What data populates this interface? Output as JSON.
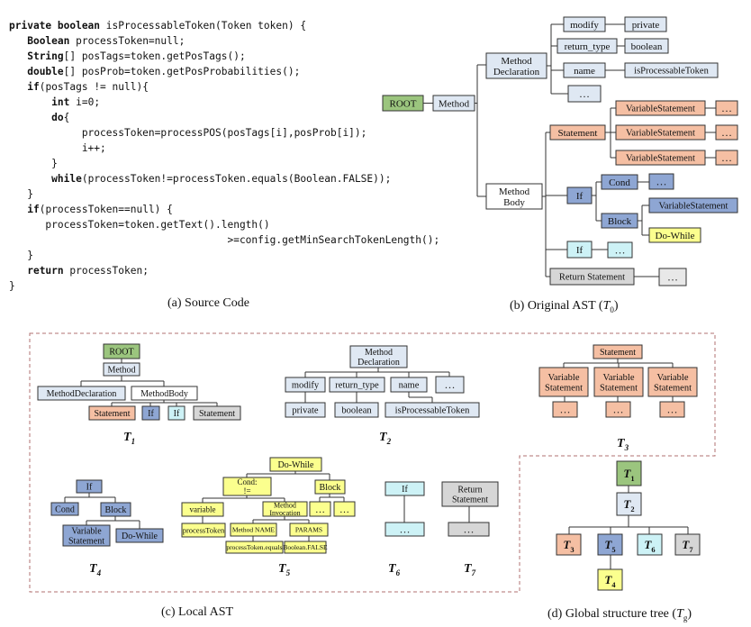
{
  "code": {
    "lines": [
      [
        {
          "t": "private boolean ",
          "b": true
        },
        {
          "t": "isProcessableToken(Token token) {"
        }
      ],
      [
        {
          "t": "   "
        },
        {
          "t": "Boolean",
          "b": true
        },
        {
          "t": " processToken=null;"
        }
      ],
      [
        {
          "t": "   "
        },
        {
          "t": "String",
          "b": true
        },
        {
          "t": "[] posTags=token.getPosTags();"
        }
      ],
      [
        {
          "t": "   "
        },
        {
          "t": "double",
          "b": true
        },
        {
          "t": "[] posProb=token.getPosProbabilities();"
        }
      ],
      [
        {
          "t": "   "
        },
        {
          "t": "if",
          "b": true
        },
        {
          "t": "(posTags != null){"
        }
      ],
      [
        {
          "t": "       "
        },
        {
          "t": "int",
          "b": true
        },
        {
          "t": " i=0;"
        }
      ],
      [
        {
          "t": "       "
        },
        {
          "t": "do",
          "b": true
        },
        {
          "t": "{"
        }
      ],
      [
        {
          "t": "            processToken=processPOS(posTags[i],posProb[i]);"
        }
      ],
      [
        {
          "t": "            i++;"
        }
      ],
      [
        {
          "t": "       }"
        }
      ],
      [
        {
          "t": "       "
        },
        {
          "t": "while",
          "b": true
        },
        {
          "t": "(processToken!=processToken.equals(Boolean.FALSE));"
        }
      ],
      [
        {
          "t": "   }"
        }
      ],
      [
        {
          "t": "   "
        },
        {
          "t": "if",
          "b": true
        },
        {
          "t": "(processToken==null) {"
        }
      ],
      [
        {
          "t": "      processToken=token.getText().length()"
        }
      ],
      [
        {
          "t": "                                    >=config.getMinSearchTokenLength();"
        }
      ],
      [
        {
          "t": "   }"
        }
      ],
      [
        {
          "t": "   "
        },
        {
          "t": "return",
          "b": true
        },
        {
          "t": " processToken;"
        }
      ],
      [
        {
          "t": "}"
        }
      ]
    ]
  },
  "captions": {
    "a": "(a)  Source Code",
    "b_pre": "(b)  Original AST (",
    "b_it": "T",
    "b_sub": "0",
    "b_post": ")",
    "c": "(c)  Local AST",
    "d_pre": "(d)   Global structure tree (",
    "d_it": "T",
    "d_sub": "g",
    "d_post": ")"
  },
  "tree_labels": [
    {
      "id": "t1",
      "t": "T",
      "s": "1"
    },
    {
      "id": "t2",
      "t": "T",
      "s": "2"
    },
    {
      "id": "t3",
      "t": "T",
      "s": "3"
    },
    {
      "id": "t4",
      "t": "T",
      "s": "4"
    },
    {
      "id": "t5",
      "t": "T",
      "s": "5"
    },
    {
      "id": "t6",
      "t": "T",
      "s": "6"
    },
    {
      "id": "t7",
      "t": "T",
      "s": "7"
    }
  ],
  "colors": {
    "green": "#9bc57e",
    "ltblue": "#dfe8f3",
    "orange": "#f5bfa3",
    "blue": "#8ea6d3",
    "cyan": "#cdf2f6",
    "yellow": "#fbff8e",
    "gray": "#d6d6d6",
    "ltgray": "#e8e8e8",
    "stroke": "#333333",
    "dash": "#b07070"
  },
  "diagram": {
    "nodes": [
      {
        "id": "b-root",
        "l": [
          "ROOT"
        ],
        "c": "green"
      },
      {
        "id": "b-method",
        "l": [
          "Method"
        ],
        "c": "ltblue"
      },
      {
        "id": "b-methoddecl",
        "l": [
          "Method",
          "Declaration"
        ],
        "c": "ltblue"
      },
      {
        "id": "b-modify",
        "l": [
          "modify"
        ],
        "c": "ltblue"
      },
      {
        "id": "b-private",
        "l": [
          "private"
        ],
        "c": "ltblue"
      },
      {
        "id": "b-returntype",
        "l": [
          "return_type"
        ],
        "c": "ltblue"
      },
      {
        "id": "b-boolean",
        "l": [
          "boolean"
        ],
        "c": "ltblue"
      },
      {
        "id": "b-name",
        "l": [
          "name"
        ],
        "c": "ltblue"
      },
      {
        "id": "b-isproc",
        "l": [
          "isProcessableToken"
        ],
        "c": "ltblue"
      },
      {
        "id": "b-dots1",
        "l": [
          "…"
        ],
        "c": "ltblue"
      },
      {
        "id": "b-methodbody",
        "l": [
          "Method",
          "Body"
        ],
        "c": "white"
      },
      {
        "id": "b-statement",
        "l": [
          "Statement"
        ],
        "c": "orange"
      },
      {
        "id": "b-vs1",
        "l": [
          "VariableStatement"
        ],
        "c": "orange"
      },
      {
        "id": "b-vs1d",
        "l": [
          "…"
        ],
        "c": "orange"
      },
      {
        "id": "b-vs2",
        "l": [
          "VariableStatement"
        ],
        "c": "orange"
      },
      {
        "id": "b-vs2d",
        "l": [
          "…"
        ],
        "c": "orange"
      },
      {
        "id": "b-vs3",
        "l": [
          "VariableStatement"
        ],
        "c": "orange"
      },
      {
        "id": "b-vs3d",
        "l": [
          "…"
        ],
        "c": "orange"
      },
      {
        "id": "b-if",
        "l": [
          "If"
        ],
        "c": "blue"
      },
      {
        "id": "b-cond",
        "l": [
          "Cond"
        ],
        "c": "blue"
      },
      {
        "id": "b-condd",
        "l": [
          "…"
        ],
        "c": "blue"
      },
      {
        "id": "b-block",
        "l": [
          "Block"
        ],
        "c": "blue"
      },
      {
        "id": "b-blockvs",
        "l": [
          "VariableStatement"
        ],
        "c": "blue"
      },
      {
        "id": "b-dowhile",
        "l": [
          "Do-While"
        ],
        "c": "yellow"
      },
      {
        "id": "b-if2",
        "l": [
          "If"
        ],
        "c": "cyan"
      },
      {
        "id": "b-if2d",
        "l": [
          "…"
        ],
        "c": "cyan"
      },
      {
        "id": "b-return",
        "l": [
          "Return Statement"
        ],
        "c": "gray"
      },
      {
        "id": "b-returnd",
        "l": [
          "…"
        ],
        "c": "ltgray"
      },
      {
        "id": "t1-root",
        "l": [
          "ROOT"
        ],
        "c": "green"
      },
      {
        "id": "t1-method",
        "l": [
          "Method"
        ],
        "c": "ltblue"
      },
      {
        "id": "t1-md",
        "l": [
          "MethodDeclaration"
        ],
        "c": "ltblue"
      },
      {
        "id": "t1-mb",
        "l": [
          "MethodBody"
        ],
        "c": "white"
      },
      {
        "id": "t1-st",
        "l": [
          "Statement"
        ],
        "c": "orange"
      },
      {
        "id": "t1-if",
        "l": [
          "If"
        ],
        "c": "blue"
      },
      {
        "id": "t1-if2",
        "l": [
          "If"
        ],
        "c": "cyan"
      },
      {
        "id": "t1-ret",
        "l": [
          "Statement"
        ],
        "c": "gray"
      },
      {
        "id": "t2-md",
        "l": [
          "Method",
          "Declaration"
        ],
        "c": "ltblue"
      },
      {
        "id": "t2-modify",
        "l": [
          "modify"
        ],
        "c": "ltblue"
      },
      {
        "id": "t2-rt",
        "l": [
          "return_type"
        ],
        "c": "ltblue"
      },
      {
        "id": "t2-name",
        "l": [
          "name"
        ],
        "c": "ltblue"
      },
      {
        "id": "t2-dots",
        "l": [
          "…"
        ],
        "c": "ltblue"
      },
      {
        "id": "t2-private",
        "l": [
          "private"
        ],
        "c": "ltblue"
      },
      {
        "id": "t2-boolean",
        "l": [
          "boolean"
        ],
        "c": "ltblue"
      },
      {
        "id": "t2-isproc",
        "l": [
          "isProcessableToken"
        ],
        "c": "ltblue"
      },
      {
        "id": "t3-st",
        "l": [
          "Statement"
        ],
        "c": "orange"
      },
      {
        "id": "t3-vs1",
        "l": [
          "Variable",
          "Statement"
        ],
        "c": "orange"
      },
      {
        "id": "t3-vs2",
        "l": [
          "Variable",
          "Statement"
        ],
        "c": "orange"
      },
      {
        "id": "t3-vs3",
        "l": [
          "Variable",
          "Statement"
        ],
        "c": "orange"
      },
      {
        "id": "t3-d1",
        "l": [
          "…"
        ],
        "c": "orange"
      },
      {
        "id": "t3-d2",
        "l": [
          "…"
        ],
        "c": "orange"
      },
      {
        "id": "t3-d3",
        "l": [
          "…"
        ],
        "c": "orange"
      },
      {
        "id": "t4-if",
        "l": [
          "If"
        ],
        "c": "blue"
      },
      {
        "id": "t4-cond",
        "l": [
          "Cond"
        ],
        "c": "blue"
      },
      {
        "id": "t4-block",
        "l": [
          "Block"
        ],
        "c": "blue"
      },
      {
        "id": "t4-vs",
        "l": [
          "Variable",
          "Statement"
        ],
        "c": "blue"
      },
      {
        "id": "t4-dw",
        "l": [
          "Do-While"
        ],
        "c": "blue"
      },
      {
        "id": "t5-dw",
        "l": [
          "Do-While"
        ],
        "c": "yellow"
      },
      {
        "id": "t5-cond",
        "l": [
          "Cond:",
          "!="
        ],
        "c": "yellow"
      },
      {
        "id": "t5-block",
        "l": [
          "Block"
        ],
        "c": "yellow"
      },
      {
        "id": "t5-var",
        "l": [
          "variable"
        ],
        "c": "yellow"
      },
      {
        "id": "t5-mi",
        "l": [
          "Method",
          "Invocation"
        ],
        "c": "yellow"
      },
      {
        "id": "t5-bd1",
        "l": [
          "…"
        ],
        "c": "yellow"
      },
      {
        "id": "t5-bd2",
        "l": [
          "…"
        ],
        "c": "yellow"
      },
      {
        "id": "t5-pt",
        "l": [
          "processToken"
        ],
        "c": "yellow"
      },
      {
        "id": "t5-mname",
        "l": [
          "Method NAME"
        ],
        "c": "yellow"
      },
      {
        "id": "t5-params",
        "l": [
          "PARAMS"
        ],
        "c": "yellow"
      },
      {
        "id": "t5-pte",
        "l": [
          "processToken.equals"
        ],
        "c": "yellow"
      },
      {
        "id": "t5-bf",
        "l": [
          "Boolean.FALSE"
        ],
        "c": "yellow"
      },
      {
        "id": "t6-if",
        "l": [
          "If"
        ],
        "c": "cyan"
      },
      {
        "id": "t6-d",
        "l": [
          "…"
        ],
        "c": "cyan"
      },
      {
        "id": "t7-ret",
        "l": [
          "Return",
          "Statement"
        ],
        "c": "gray"
      },
      {
        "id": "t7-d",
        "l": [
          "…"
        ],
        "c": "gray"
      },
      {
        "id": "g-t1",
        "l": [
          "T"
        ],
        "sub": "1",
        "c": "green"
      },
      {
        "id": "g-t2",
        "l": [
          "T"
        ],
        "sub": "2",
        "c": "ltblue"
      },
      {
        "id": "g-t3",
        "l": [
          "T"
        ],
        "sub": "3",
        "c": "orange"
      },
      {
        "id": "g-t5",
        "l": [
          "T"
        ],
        "sub": "5",
        "c": "blue"
      },
      {
        "id": "g-t6",
        "l": [
          "T"
        ],
        "sub": "6",
        "c": "cyan"
      },
      {
        "id": "g-t7",
        "l": [
          "T"
        ],
        "sub": "7",
        "c": "gray"
      },
      {
        "id": "g-t4",
        "l": [
          "T"
        ],
        "sub": "4",
        "c": "yellow"
      }
    ]
  }
}
